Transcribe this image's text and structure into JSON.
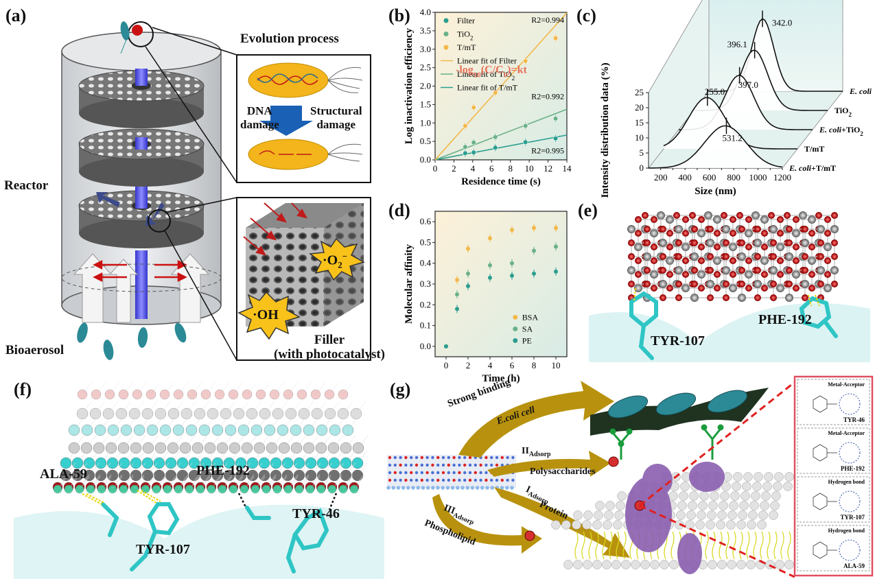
{
  "panels": {
    "a": {
      "label": "(a)",
      "evolution_title": "Evolution process",
      "dna_damage": "DNA damage",
      "dna_damage_l1": "DNA",
      "dna_damage_l2": "damage",
      "structural_damage_l1": "Structural",
      "structural_damage_l2": "damage",
      "reactor": "Reactor",
      "bioaerosol": "Bioaerosol",
      "superoxide": "·O2⁻",
      "superoxide_base": "·O",
      "superoxide_sub": "2",
      "superoxide_sup": "−",
      "hydroxyl": "·OH",
      "filler_l1": "Filler",
      "filler_l2": "(with photocatalyst)"
    },
    "b": {
      "label": "(b)",
      "equation": "-log10(C/C0)=kt",
      "r2_labels": [
        "R2=0.994",
        "R2=0.992",
        "R2=0.995"
      ]
    },
    "c": {
      "label": "(c)",
      "peak_labels": [
        "342.0",
        "396.1",
        "397.0",
        "255.0",
        "531.2"
      ]
    },
    "d": {
      "label": "(d)"
    },
    "e": {
      "label": "(e)",
      "residue_1": "TYR-107",
      "residue_2": "PHE-192"
    },
    "f": {
      "label": "(f)",
      "residues": [
        "ALA-59",
        "TYR-107",
        "PHE-192",
        "TYR-46"
      ]
    },
    "g": {
      "label": "(g)",
      "strong_binding": "Strong binding",
      "ecoli_cell": "E.coli cell",
      "ii_adsorp": "II",
      "ii_sub": "Adsorp",
      "polysaccharides": "Polysaccharides",
      "i_adsorp": "I",
      "i_sub": "Adsorp",
      "protein": "Protein",
      "iii_adsorp": "III",
      "iii_sub": "Adsorp",
      "phospholipid": "Phospholipid",
      "boxes": [
        {
          "type": "Metal-Acceptor",
          "residue": "TYR-46"
        },
        {
          "type": "Metal-Acceptor",
          "residue": "PHE-192"
        },
        {
          "type": "Hydrogen bond",
          "residue": "TYR-107"
        },
        {
          "type": "Hydrogen bond",
          "residue": "ALA-59"
        }
      ]
    }
  },
  "chart_data": [
    {
      "id": "b",
      "type": "scatter",
      "xlabel": "Residence time (s)",
      "ylabel": "Log inactivation efficiency",
      "xlim": [
        0,
        14
      ],
      "ylim": [
        0,
        4.0
      ],
      "xticks": [
        0,
        2,
        4,
        6,
        8,
        10,
        12,
        14
      ],
      "yticks": [
        0.0,
        0.5,
        1.0,
        1.5,
        2.0,
        2.5,
        3.0,
        3.5,
        4.0
      ],
      "x": [
        3.2,
        4.1,
        6.4,
        9.6,
        12.8
      ],
      "series": [
        {
          "name": "Filter",
          "color": "#2a9d8f",
          "values": [
            0.18,
            0.2,
            0.33,
            0.48,
            0.58
          ],
          "fit_slope": 0.048
        },
        {
          "name": "TiO2",
          "color": "#6ab187",
          "values": [
            0.35,
            0.47,
            0.62,
            0.92,
            1.12
          ],
          "fit_slope": 0.098
        },
        {
          "name": "T/mT",
          "color": "#f2b84b",
          "values": [
            0.92,
            1.42,
            1.82,
            2.68,
            3.3
          ],
          "fit_slope": 0.285
        }
      ],
      "legend": [
        "Filter",
        "TiO2",
        "T/mT",
        "Linear fit of Filter",
        "Linear fit of TiO2",
        "Linear fit of T/mT"
      ]
    },
    {
      "id": "c",
      "type": "line",
      "xlabel": "Size (nm)",
      "ylabel": "Intensity distribution data (%)",
      "xticks": [
        200,
        300,
        400,
        500,
        600,
        700,
        800,
        900,
        1000,
        1100,
        1200
      ],
      "xtick_labels": [
        "200",
        "400",
        "600",
        "800",
        "1000",
        "1200"
      ],
      "yticks": [
        0,
        5,
        10,
        15,
        20,
        25
      ],
      "series": [
        {
          "name": "E. coli",
          "peak_x": 342.0
        },
        {
          "name": "TiO2",
          "peak_x": 396.1
        },
        {
          "name": "E. coli+TiO2",
          "peak_x": 397.0
        },
        {
          "name": "T/mT",
          "peak_x": 255.0
        },
        {
          "name": "E. coli+T/mT",
          "peak_x": 531.2
        }
      ]
    },
    {
      "id": "d",
      "type": "scatter",
      "xlabel": "Time (h)",
      "ylabel": "Molecular affinity",
      "xlim": [
        -1,
        11
      ],
      "ylim": [
        -0.05,
        0.65
      ],
      "xticks": [
        0,
        2,
        4,
        6,
        8,
        10
      ],
      "yticks": [
        0.0,
        0.1,
        0.2,
        0.3,
        0.4,
        0.5,
        0.6
      ],
      "x": [
        0,
        1,
        2,
        4,
        6,
        8,
        10
      ],
      "series": [
        {
          "name": "BSA",
          "color": "#f2b84b",
          "values": [
            0.0,
            0.32,
            0.47,
            0.52,
            0.56,
            0.57,
            0.57
          ]
        },
        {
          "name": "SA",
          "color": "#6ab187",
          "values": [
            0.0,
            0.25,
            0.35,
            0.39,
            0.4,
            0.46,
            0.48
          ]
        },
        {
          "name": "PE",
          "color": "#2a9d8f",
          "values": [
            0.0,
            0.18,
            0.29,
            0.33,
            0.34,
            0.35,
            0.36
          ]
        }
      ],
      "legend": [
        "BSA",
        "SA",
        "PE"
      ]
    }
  ]
}
